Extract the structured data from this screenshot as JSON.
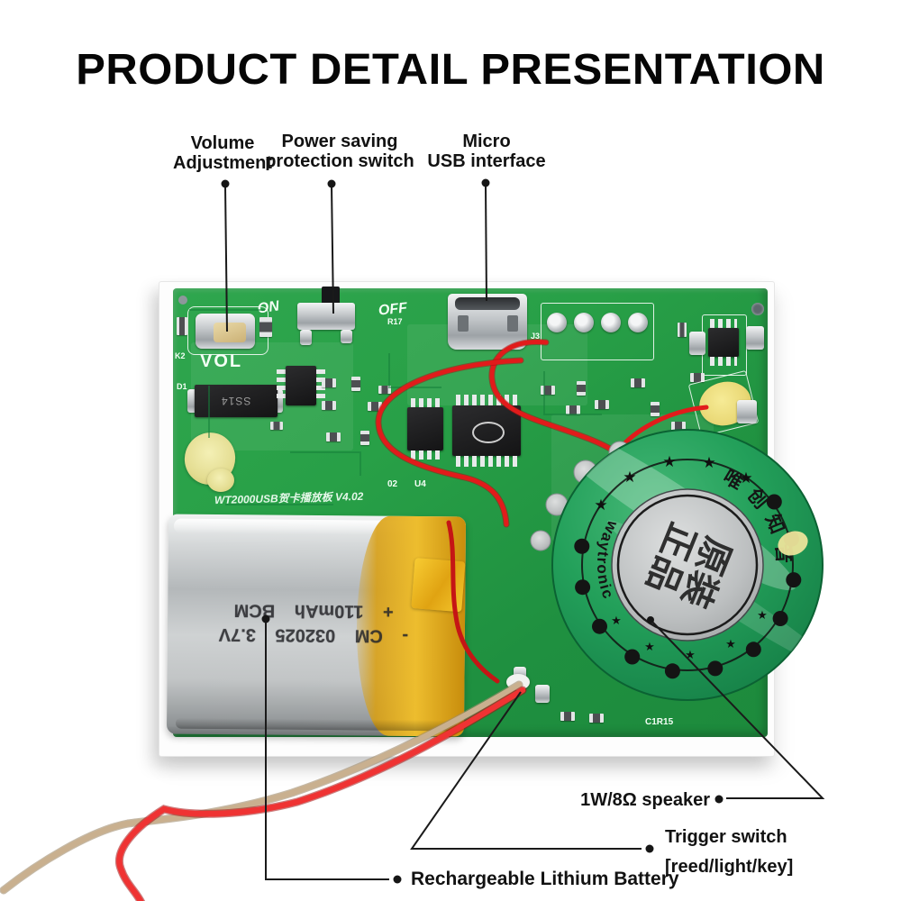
{
  "title": "PRODUCT DETAIL PRESENTATION",
  "callouts": {
    "volume": {
      "line1": "Volume",
      "line2": "Adjustment"
    },
    "power": {
      "line1": "Power saving",
      "line2": "protection switch"
    },
    "usb": {
      "line1": "Micro",
      "line2": "USB interface"
    },
    "speaker": {
      "label": "1W/8Ω speaker"
    },
    "trigger": {
      "line1": "Trigger switch",
      "line2": "[reed/light/key]"
    },
    "battery": {
      "label": "Rechargeable Lithium Battery"
    }
  },
  "board": {
    "silkscreen": {
      "vol": "VOL",
      "on": "ON",
      "off": "OFF",
      "k2": "K2",
      "d1": "D1",
      "j3": "J3",
      "r17": "R17",
      "c02": "02",
      "u4": "U4",
      "c1r15": "C1R15",
      "model": "WT2000USB贺卡播放板 V4.02"
    },
    "diode_marking": "SS14"
  },
  "speaker": {
    "brand_curved_left": "waytronic",
    "brand_curved_right": "唯创知音",
    "center_stamp_line1": "原装",
    "center_stamp_line2": "正品",
    "star_glyph": "★"
  },
  "battery": {
    "marking_minus": "- CM 032025 3.7V",
    "marking_plus": "+ 110mAh BCM"
  },
  "colors": {
    "pcb_green": "#28A047",
    "speaker_green": "#1F9551",
    "battery_tape_yellow": "#E8B31E",
    "wire_red": "#E11B1B",
    "wire_tan": "#C9B08F",
    "leader_black": "#1A1A1A"
  }
}
